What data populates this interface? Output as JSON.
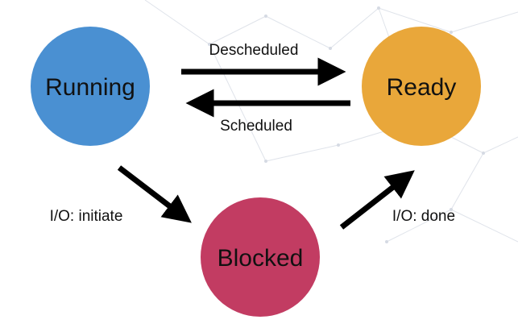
{
  "states": {
    "running": {
      "label": "Running",
      "color": "#4a90d2"
    },
    "ready": {
      "label": "Ready",
      "color": "#e9a73a"
    },
    "blocked": {
      "label": "Blocked",
      "color": "#c23c62"
    }
  },
  "transitions": {
    "descheduled": {
      "label": "Descheduled",
      "from": "Running",
      "to": "Ready"
    },
    "scheduled": {
      "label": "Scheduled",
      "from": "Ready",
      "to": "Running"
    },
    "io_initiate": {
      "label": "I/O: initiate",
      "from": "Running",
      "to": "Blocked"
    },
    "io_done": {
      "label": "I/O: done",
      "from": "Blocked",
      "to": "Ready"
    }
  },
  "arrow_color": "#000000"
}
